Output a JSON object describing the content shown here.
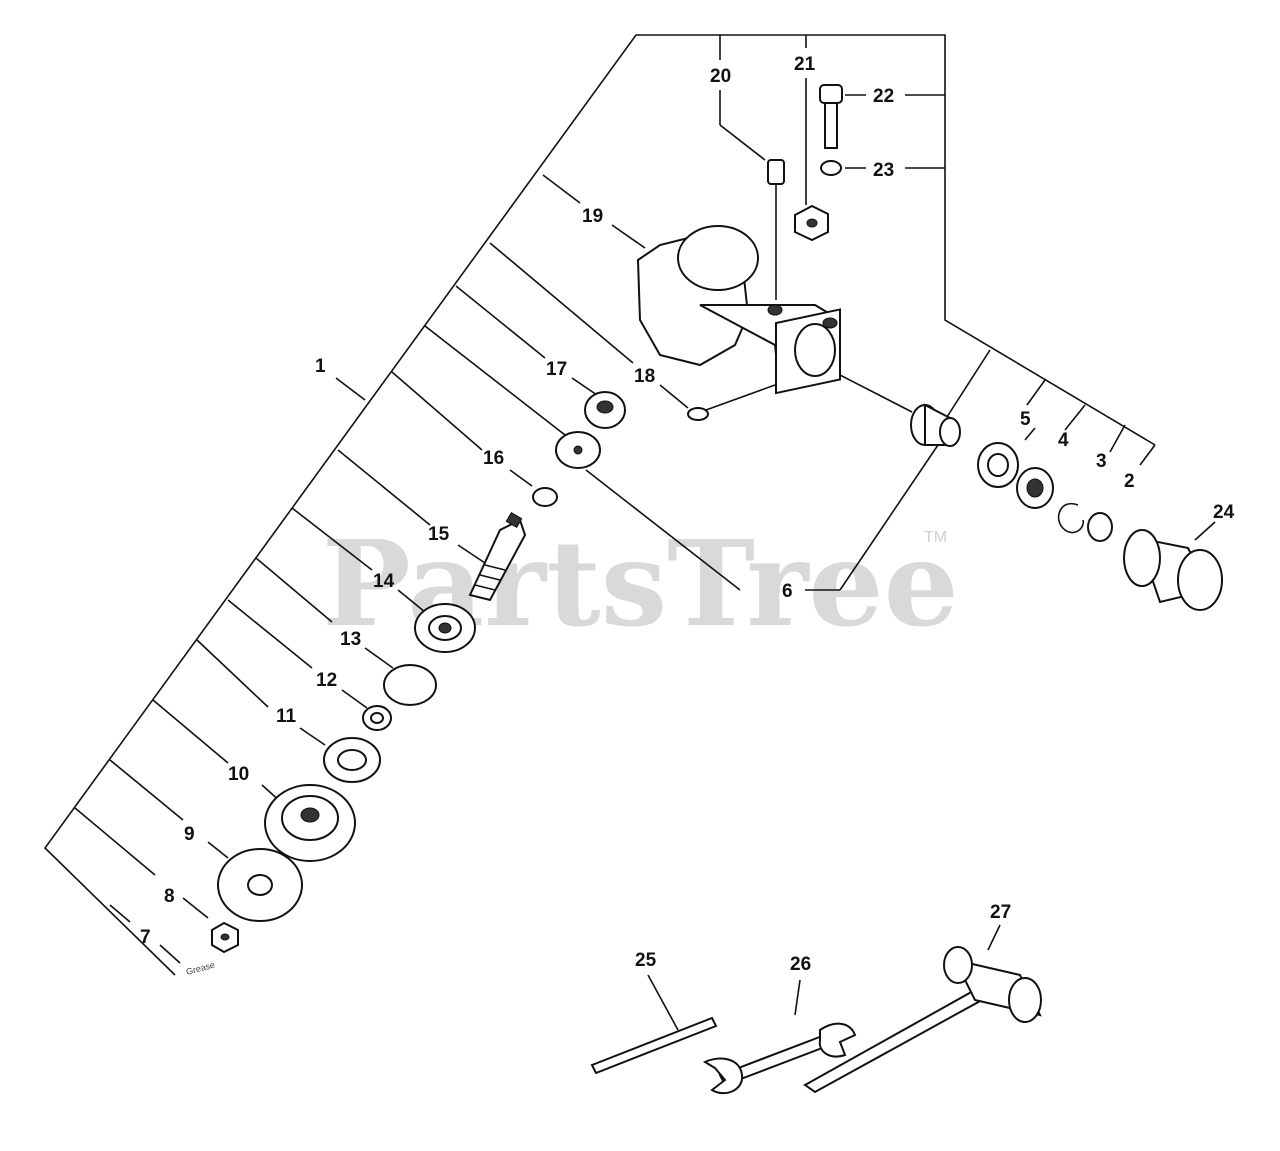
{
  "watermark": {
    "text": "PartsTree",
    "trademark": "TM"
  },
  "part_labels": [
    "1",
    "2",
    "3",
    "4",
    "5",
    "6",
    "7",
    "8",
    "9",
    "10",
    "11",
    "12",
    "13",
    "14",
    "15",
    "16",
    "17",
    "18",
    "19",
    "20",
    "21",
    "22",
    "23",
    "24",
    "25",
    "26",
    "27"
  ],
  "small_text": "Grease"
}
